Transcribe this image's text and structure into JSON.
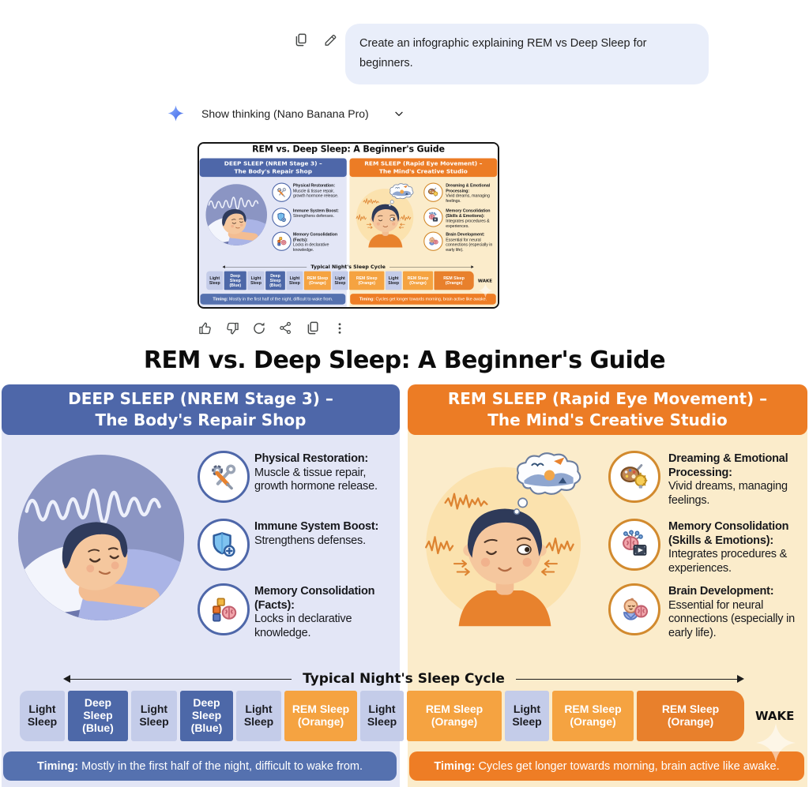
{
  "chat": {
    "prompt": "Create an infographic explaining REM vs Deep Sleep for beginners.",
    "thinking_label": "Show thinking (Nano Banana Pro)",
    "action_icons": [
      "thumbs-up-icon",
      "thumbs-down-icon",
      "regenerate-icon",
      "share-icon",
      "copy-icon",
      "more-vert-icon"
    ],
    "prompt_icons": [
      "copy-icon",
      "edit-pencil-icon"
    ],
    "sparkle_icon": "gemini-sparkle-icon",
    "chevron_icon": "chevron-down-icon"
  },
  "colors": {
    "bubble_bg": "#e9eefa",
    "left_header": "#4e67a9",
    "left_body": "#e3e6f6",
    "right_header": "#ec7c25",
    "right_body": "#fbeccb",
    "light_block": "#c4cce9",
    "deep_block": "#4d68a8",
    "rem_block": "#f5a341",
    "rem_final_block": "#e8802c",
    "timing_left": "#5571af",
    "timing_right": "#ee7d25",
    "sparkle_blue": "#4a7bf7"
  },
  "infographic": {
    "title": "REM vs. Deep Sleep: A Beginner's Guide",
    "left": {
      "header_line1": "DEEP SLEEP (NREM Stage 3) –",
      "header_line2": "The Body's Repair Shop",
      "illustration": "sleeping-person-with-slow-waves",
      "items": [
        {
          "icon": "tools-icon",
          "heading": "Physical Restoration:",
          "body": "Muscle & tissue repair, growth hormone release."
        },
        {
          "icon": "shield-plus-icon",
          "heading": "Immune System Boost:",
          "body": "Strengthens defenses."
        },
        {
          "icon": "blocks-brain-icon",
          "heading": "Memory Consolidation (Facts):",
          "body": "Locks in declarative knowledge."
        }
      ],
      "timing_label": "Timing:",
      "timing_text": "Mostly in the first half of the night, difficult to wake from."
    },
    "right": {
      "header_line1": "REM SLEEP (Rapid Eye Movement) –",
      "header_line2": "The Mind's Creative Studio",
      "illustration": "winking-person-with-dream-bubble",
      "items": [
        {
          "icon": "palette-bulb-icon",
          "heading": "Dreaming & Emotional Processing:",
          "body": "Vivid dreams, managing feelings."
        },
        {
          "icon": "brain-film-icon",
          "heading": "Memory Consolidation (Skills & Emotions):",
          "body": "Integrates procedures & experiences."
        },
        {
          "icon": "baby-brain-icon",
          "heading": "Brain Development:",
          "body": "Essential for neural connections (especially in early life)."
        }
      ],
      "timing_label": "Timing:",
      "timing_text": "Cycles get longer towards morning, brain active like awake."
    },
    "cycle": {
      "title": "Typical Night's Sleep Cycle",
      "wake_label": "WAKE",
      "blocks": [
        {
          "label": "Light Sleep",
          "type": "light",
          "w": 57
        },
        {
          "label": "Deep Sleep (Blue)",
          "type": "deep",
          "w": 76
        },
        {
          "label": "Light Sleep",
          "type": "light",
          "w": 58
        },
        {
          "label": "Deep Sleep (Blue)",
          "type": "deep",
          "w": 67
        },
        {
          "label": "Light Sleep",
          "type": "light",
          "w": 57
        },
        {
          "label": "REM Sleep (Orange)",
          "type": "rem",
          "w": 92
        },
        {
          "label": "Light Sleep",
          "type": "light",
          "w": 55
        },
        {
          "label": "REM Sleep (Orange)",
          "type": "rem",
          "w": 120
        },
        {
          "label": "Light Sleep",
          "type": "light",
          "w": 56
        },
        {
          "label": "REM Sleep (Orange)",
          "type": "rem",
          "w": 103
        },
        {
          "label": "REM Sleep (Orange)",
          "type": "remfinal",
          "w": 136
        }
      ]
    },
    "watermark": "gemini-sparkle-watermark"
  }
}
